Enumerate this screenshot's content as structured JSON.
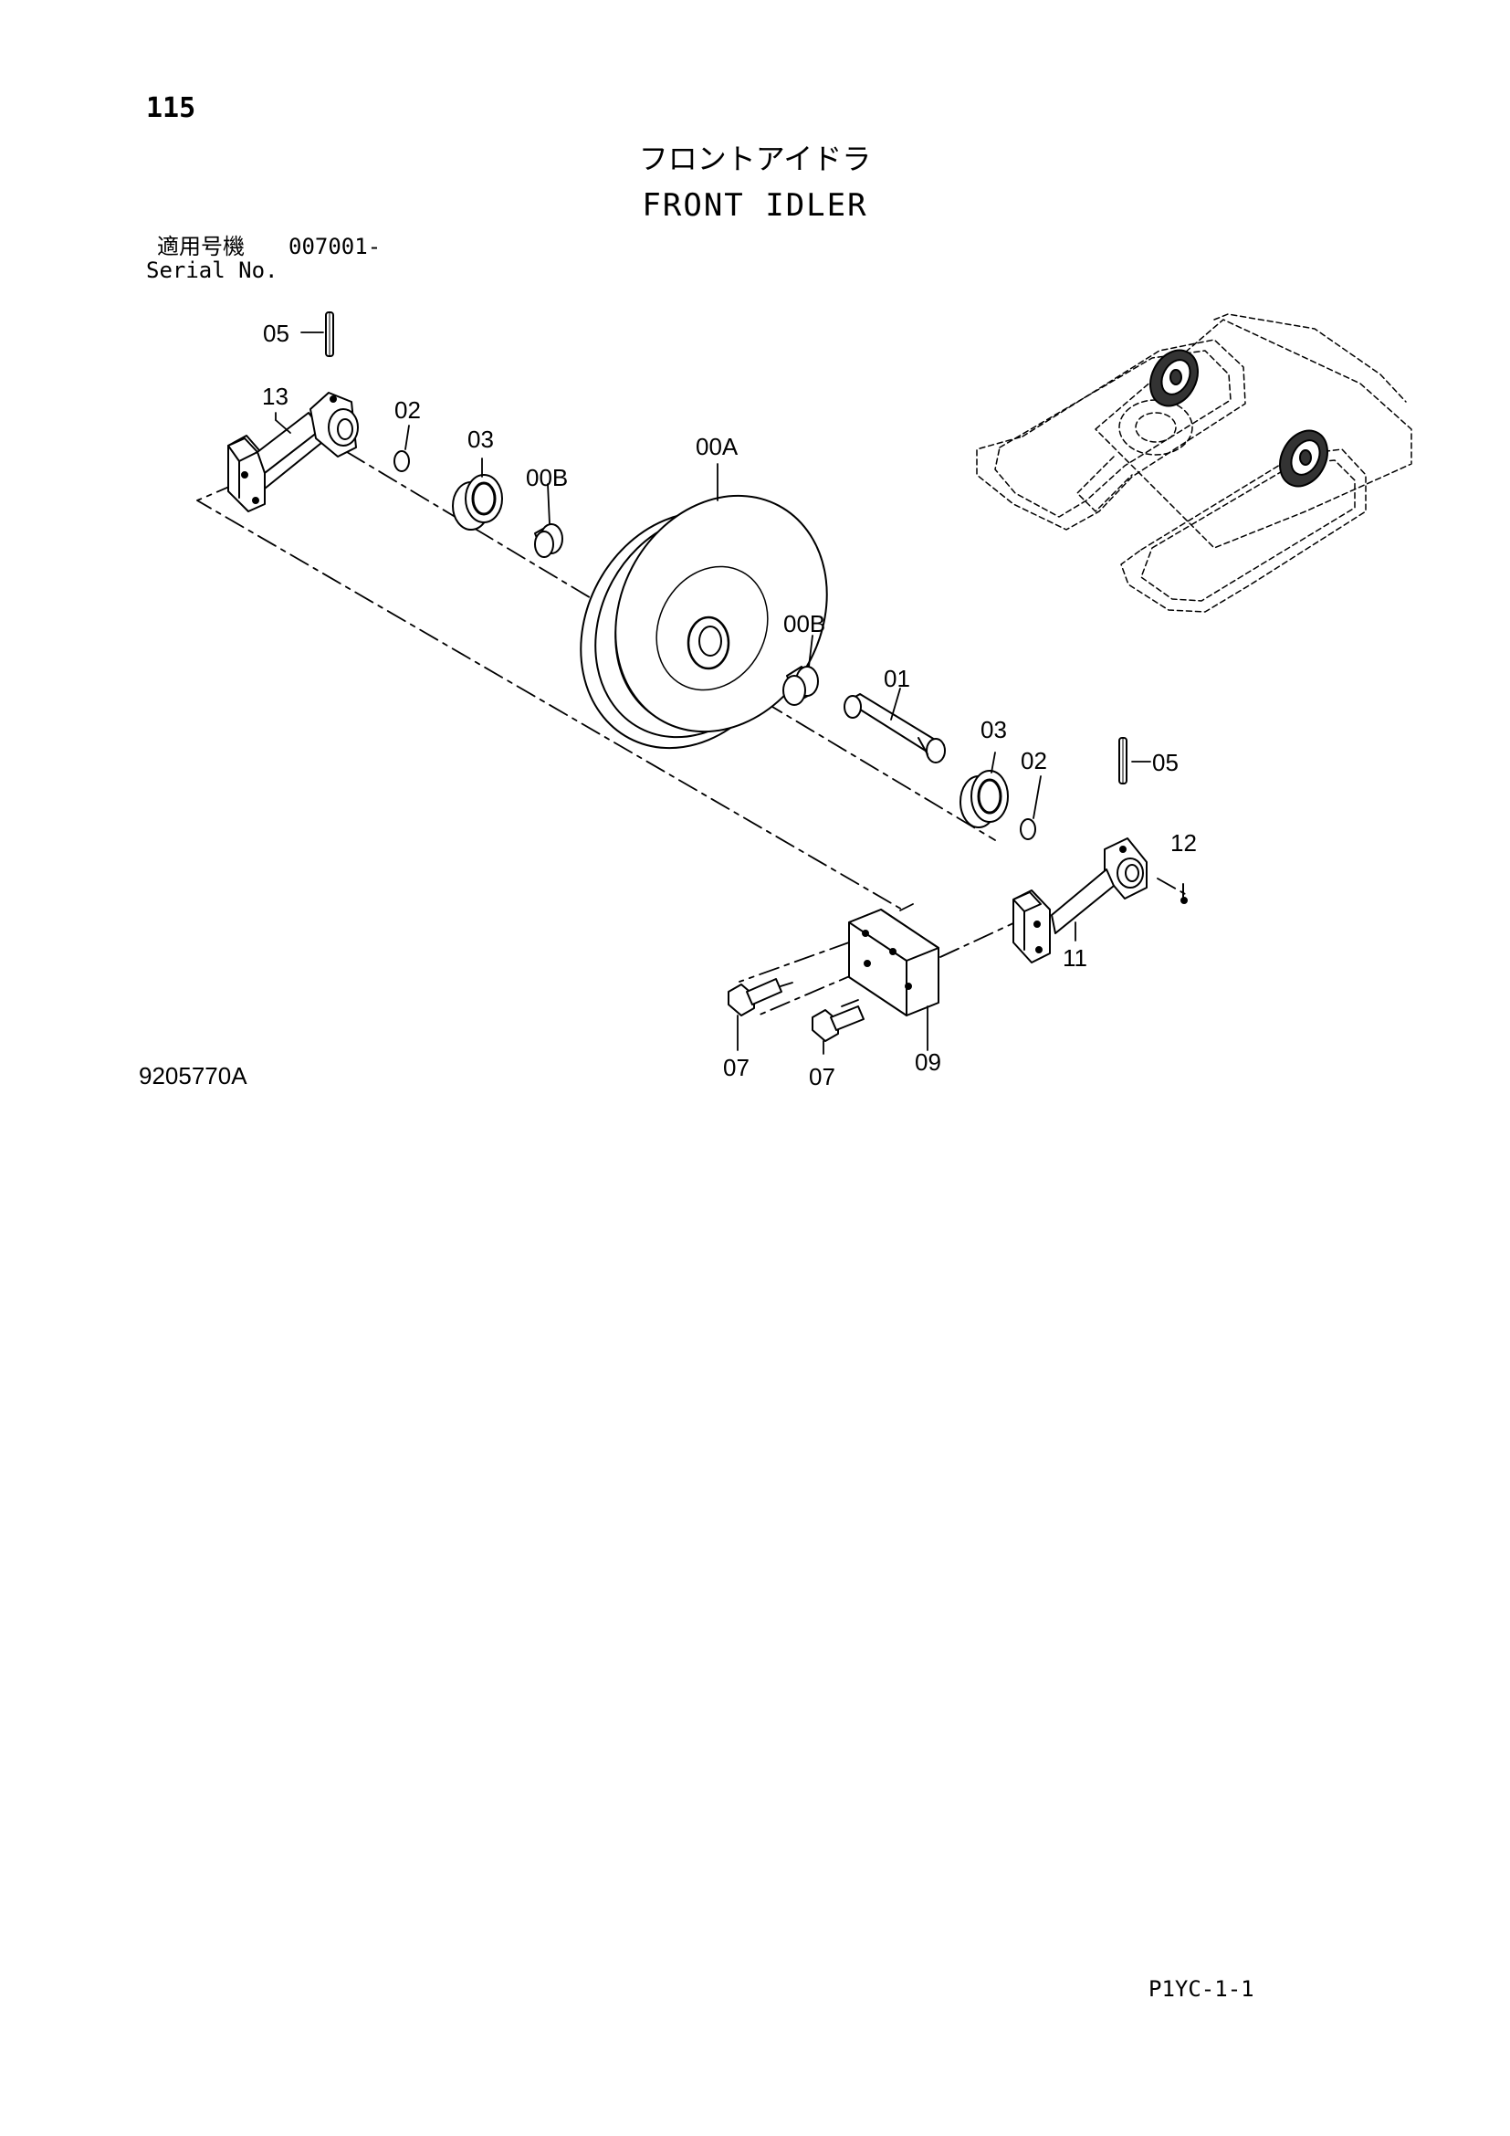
{
  "page": {
    "number": "115",
    "title_jp": "フロントアイドラ",
    "title_en": "FRONT IDLER",
    "serial_label_jp": "適用号機",
    "serial_value": "007001-",
    "serial_label_en": "Serial No.",
    "drawing_code": "9205770A",
    "sheet_code": "P1YC-1-1"
  },
  "callouts": {
    "c05_left": "05",
    "c13": "13",
    "c02_left": "02",
    "c03_left": "03",
    "c00B_left": "00B",
    "c00A": "00A",
    "c00B_right": "00B",
    "c01": "01",
    "c03_right": "03",
    "c02_right": "02",
    "c05_right": "05",
    "c12": "12",
    "c11": "11",
    "c09": "09",
    "c07_left": "07",
    "c07_right": "07"
  }
}
